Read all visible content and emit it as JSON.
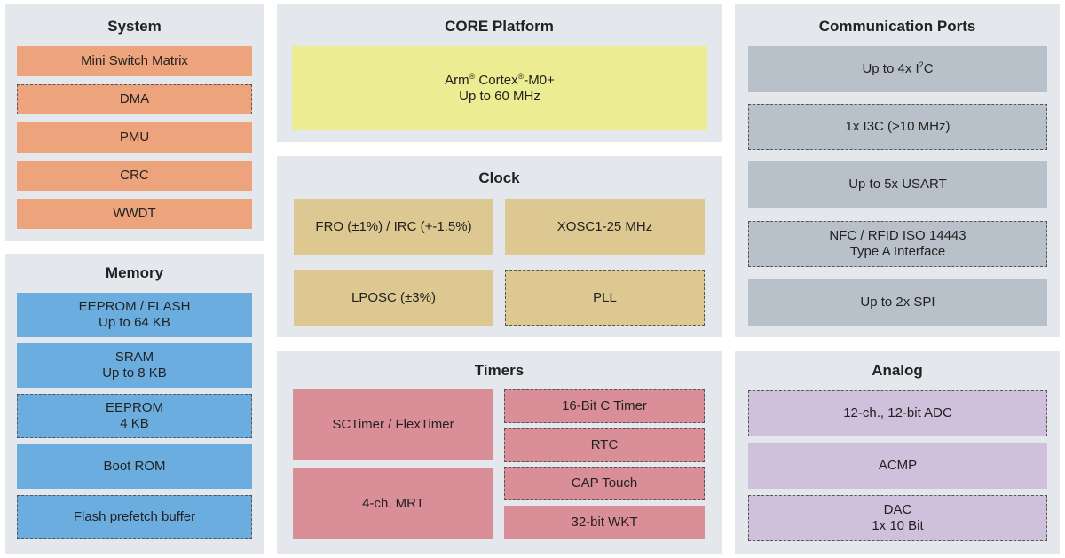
{
  "system": {
    "title": "System",
    "items": [
      "Mini Switch Matrix",
      "DMA",
      "PMU",
      "CRC",
      "WWDT"
    ]
  },
  "memory": {
    "title": "Memory",
    "items": [
      {
        "line1": "EEPROM / FLASH",
        "line2": "Up to 64 KB"
      },
      {
        "line1": "SRAM",
        "line2": "Up to 8 KB"
      },
      {
        "line1": "EEPROM",
        "line2": "4 KB"
      },
      {
        "line1": "Boot ROM"
      },
      {
        "line1": "Flash prefetch buffer"
      }
    ]
  },
  "core": {
    "title": "CORE Platform",
    "arm": "Arm",
    "reg1": "®",
    "cortex": " Cortex",
    "reg2": "®",
    "model": "-M0+",
    "freq": "Up to 60 MHz"
  },
  "clock": {
    "title": "Clock",
    "items": [
      "FRO (±1%) / IRC (+-1.5%)",
      "XOSC1-25 MHz",
      "LPOSC (±3%)",
      "PLL"
    ]
  },
  "timers": {
    "title": "Timers",
    "items": [
      "SCTimer / FlexTimer",
      "4-ch. MRT",
      "16-Bit C Timer",
      "RTC",
      "CAP Touch",
      "32-bit WKT"
    ]
  },
  "comm": {
    "title": "Communication Ports",
    "i2c_pre": "Up to 4x I",
    "i2c_sup": "2",
    "i2c_post": "C",
    "items": [
      {
        "line1": "1x I3C (>10 MHz)"
      },
      {
        "line1": "Up to 5x USART"
      },
      {
        "line1": "NFC / RFID ISO 14443",
        "line2": "Type A Interface"
      },
      {
        "line1": "Up to 2x SPI"
      }
    ]
  },
  "analog": {
    "title": "Analog",
    "items": [
      {
        "line1": "12-ch., 12-bit ADC"
      },
      {
        "line1": "ACMP"
      },
      {
        "line1": "DAC",
        "line2": "1x 10 Bit"
      }
    ]
  }
}
